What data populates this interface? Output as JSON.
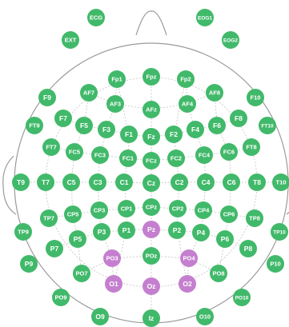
{
  "colors": {
    "green": "#41b96a",
    "purple": "#c57fcf",
    "outline": "#9a9a9a",
    "grid": "#c8c8c8",
    "text": "#ffffff"
  },
  "electrodes": [
    {
      "label": "ECG",
      "color": "green"
    },
    {
      "label": "EOG1",
      "color": "green"
    },
    {
      "label": "EXT",
      "color": "green"
    },
    {
      "label": "EOG2",
      "color": "green"
    },
    {
      "label": "Fpz",
      "color": "green"
    },
    {
      "label": "Fp1",
      "color": "green"
    },
    {
      "label": "Fp2",
      "color": "green"
    },
    {
      "label": "AF7",
      "color": "green"
    },
    {
      "label": "AF8",
      "color": "green"
    },
    {
      "label": "F9",
      "color": "green"
    },
    {
      "label": "F10",
      "color": "green"
    },
    {
      "label": "AF3",
      "color": "green"
    },
    {
      "label": "AF4",
      "color": "green"
    },
    {
      "label": "AFz",
      "color": "green"
    },
    {
      "label": "F7",
      "color": "green"
    },
    {
      "label": "F8",
      "color": "green"
    },
    {
      "label": "FT9",
      "color": "green"
    },
    {
      "label": "FT10",
      "color": "green"
    },
    {
      "label": "F5",
      "color": "green"
    },
    {
      "label": "F6",
      "color": "green"
    },
    {
      "label": "F3",
      "color": "green"
    },
    {
      "label": "F4",
      "color": "green"
    },
    {
      "label": "F1",
      "color": "green"
    },
    {
      "label": "F2",
      "color": "green"
    },
    {
      "label": "Fz",
      "color": "green"
    },
    {
      "label": "FT7",
      "color": "green"
    },
    {
      "label": "FT8",
      "color": "green"
    },
    {
      "label": "FC5",
      "color": "green"
    },
    {
      "label": "FC6",
      "color": "green"
    },
    {
      "label": "FC3",
      "color": "green"
    },
    {
      "label": "FC4",
      "color": "green"
    },
    {
      "label": "FC1",
      "color": "green"
    },
    {
      "label": "FC2",
      "color": "green"
    },
    {
      "label": "FCz",
      "color": "green"
    },
    {
      "label": "T9",
      "color": "green"
    },
    {
      "label": "T7",
      "color": "green"
    },
    {
      "label": "C5",
      "color": "green"
    },
    {
      "label": "C3",
      "color": "green"
    },
    {
      "label": "C1",
      "color": "green"
    },
    {
      "label": "Cz",
      "color": "green"
    },
    {
      "label": "C2",
      "color": "green"
    },
    {
      "label": "C4",
      "color": "green"
    },
    {
      "label": "C6",
      "color": "green"
    },
    {
      "label": "T8",
      "color": "green"
    },
    {
      "label": "T10",
      "color": "green"
    },
    {
      "label": "CP3",
      "color": "green"
    },
    {
      "label": "CP1",
      "color": "green"
    },
    {
      "label": "CPz",
      "color": "green"
    },
    {
      "label": "CP2",
      "color": "green"
    },
    {
      "label": "CP4",
      "color": "green"
    },
    {
      "label": "TP7",
      "color": "green"
    },
    {
      "label": "CP5",
      "color": "green"
    },
    {
      "label": "CP6",
      "color": "green"
    },
    {
      "label": "TP8",
      "color": "green"
    },
    {
      "label": "TP9",
      "color": "green"
    },
    {
      "label": "TP10",
      "color": "green"
    },
    {
      "label": "P3",
      "color": "green"
    },
    {
      "label": "P1",
      "color": "green"
    },
    {
      "label": "Pz",
      "color": "purple"
    },
    {
      "label": "P2",
      "color": "green"
    },
    {
      "label": "P4",
      "color": "green"
    },
    {
      "label": "P5",
      "color": "green"
    },
    {
      "label": "P6",
      "color": "green"
    },
    {
      "label": "P7",
      "color": "green"
    },
    {
      "label": "P8",
      "color": "green"
    },
    {
      "label": "P9",
      "color": "green"
    },
    {
      "label": "P10",
      "color": "green"
    },
    {
      "label": "PO3",
      "color": "purple"
    },
    {
      "label": "POz",
      "color": "green"
    },
    {
      "label": "PO4",
      "color": "purple"
    },
    {
      "label": "PO7",
      "color": "green"
    },
    {
      "label": "PO8",
      "color": "green"
    },
    {
      "label": "O1",
      "color": "purple"
    },
    {
      "label": "Oz",
      "color": "purple"
    },
    {
      "label": "O2",
      "color": "purple"
    },
    {
      "label": "PO9",
      "color": "green"
    },
    {
      "label": "PO10",
      "color": "green"
    },
    {
      "label": "O9",
      "color": "green"
    },
    {
      "label": "Iz",
      "color": "green"
    },
    {
      "label": "O10",
      "color": "green"
    }
  ]
}
